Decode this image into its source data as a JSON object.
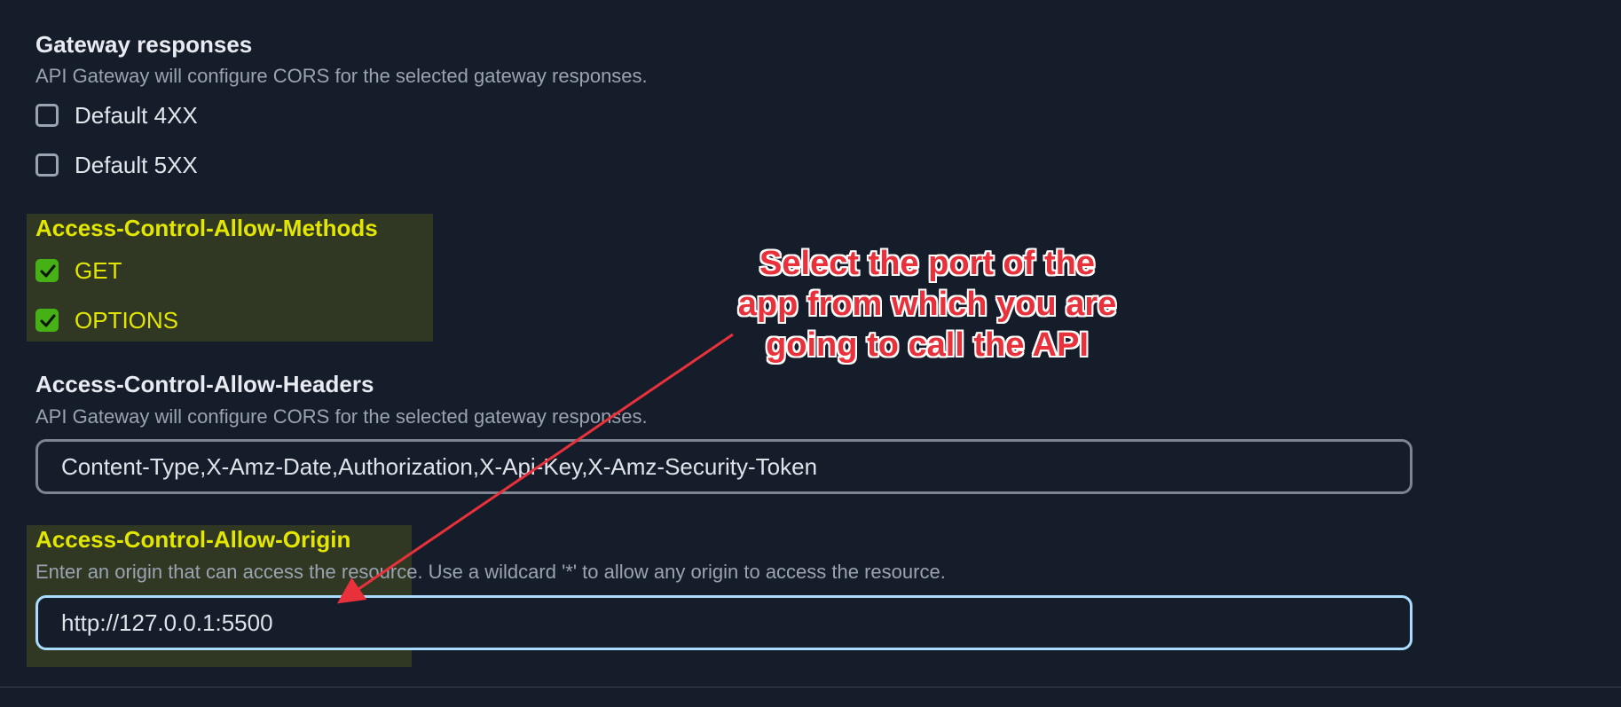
{
  "gateway_responses": {
    "title": "Gateway responses",
    "description": "API Gateway will configure CORS for the selected gateway responses.",
    "options": [
      {
        "label": "Default 4XX",
        "checked": false
      },
      {
        "label": "Default 5XX",
        "checked": false
      }
    ]
  },
  "allow_methods": {
    "title": "Access-Control-Allow-Methods",
    "options": [
      {
        "label": "GET",
        "checked": true
      },
      {
        "label": "OPTIONS",
        "checked": true
      }
    ]
  },
  "allow_headers": {
    "title": "Access-Control-Allow-Headers",
    "description": "API Gateway will configure CORS for the selected gateway responses.",
    "value": "Content-Type,X-Amz-Date,Authorization,X-Api-Key,X-Amz-Security-Token"
  },
  "allow_origin": {
    "title": "Access-Control-Allow-Origin",
    "description": "Enter an origin that can access the resource. Use a wildcard '*' to allow any origin to access the resource.",
    "value": "http://127.0.0.1:5500"
  },
  "annotation": {
    "text": "Select the port of the app from which you are going to call the API",
    "color": "#e8313b"
  },
  "colors": {
    "background": "#161d2a",
    "highlight": "#e2e600",
    "checked": "#46b017",
    "focus_border": "#a9dcff"
  }
}
